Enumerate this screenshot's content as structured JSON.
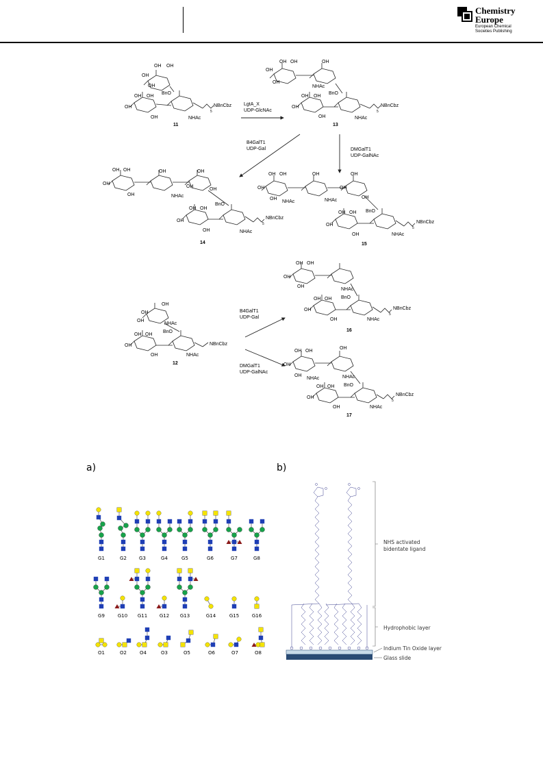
{
  "header": {
    "journal_logo_line1": "Chemistry",
    "journal_logo_line2": "Europe",
    "journal_logo_sub1": "European Chemical",
    "journal_logo_sub2": "Societies Publishing"
  },
  "scheme": {
    "group_label": "OH",
    "compounds": {
      "c11": "11",
      "c12": "12",
      "c13": "13",
      "c14": "14",
      "c15": "15",
      "c16": "16",
      "c17": "17"
    },
    "substituents": {
      "nhac": "NHAc",
      "bno": "BnO",
      "nbncbz": "NBnCbz",
      "subscript5": "5"
    },
    "reactions": {
      "r1_enzyme": "LgtA_X",
      "r1_donor": "UDP-GlcNAc",
      "r2_enzyme": "B4GalT1",
      "r2_donor": "UDP-Gal",
      "r3_enzyme": "DMGalT1",
      "r3_donor": "UDP-GalNAc",
      "r4_enzyme": "B4GalT1",
      "r4_donor": "UDP-Gal",
      "r5_enzyme": "DMGalT1",
      "r5_donor": "UDP-GalNAc"
    }
  },
  "figure": {
    "panel_a_label": "a)",
    "panel_b_label": "b)",
    "glycans_row1": [
      "G1",
      "G2",
      "G3",
      "G4",
      "G5",
      "G6",
      "G7",
      "G8"
    ],
    "glycans_row2": [
      "G9",
      "G10",
      "G11",
      "G12",
      "G13",
      "G14",
      "G15",
      "G16"
    ],
    "glycans_row3": [
      "O1",
      "O2",
      "O4",
      "O3",
      "O5",
      "O6",
      "O7",
      "O8"
    ],
    "layers": {
      "nhs_line1": "NHS activated",
      "nhs_line2": "bidentate ligand",
      "hydrophobic": "Hydrophobic layer",
      "ito": "Indium Tin Oxide layer",
      "glass": "Glass slide"
    },
    "symbol_colors": {
      "galactose": "#f4e300",
      "glcnac": "#1f3fb5",
      "mannose": "#17a34a",
      "fucose": "#8b1a1a"
    }
  }
}
